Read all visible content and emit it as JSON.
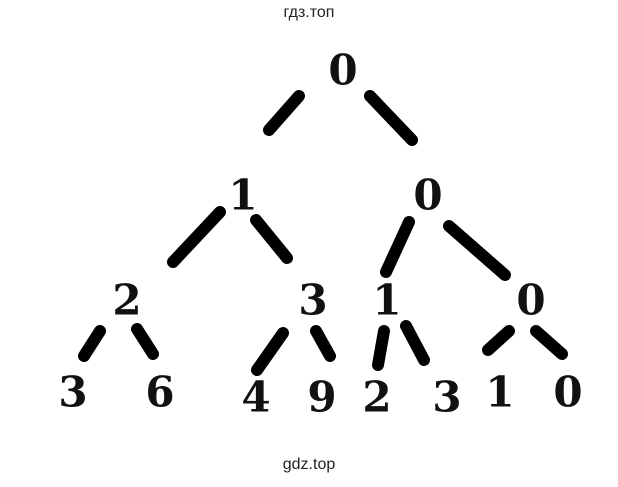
{
  "watermark_top": "гдз.топ",
  "watermark_bottom": "gdz.top",
  "tree": {
    "root": "0",
    "level1": [
      "1",
      "0"
    ],
    "level2": [
      "2",
      "3",
      "1",
      "0"
    ],
    "level3": [
      "3",
      "6",
      "4",
      "9",
      "2",
      "3",
      "1",
      "0"
    ]
  }
}
